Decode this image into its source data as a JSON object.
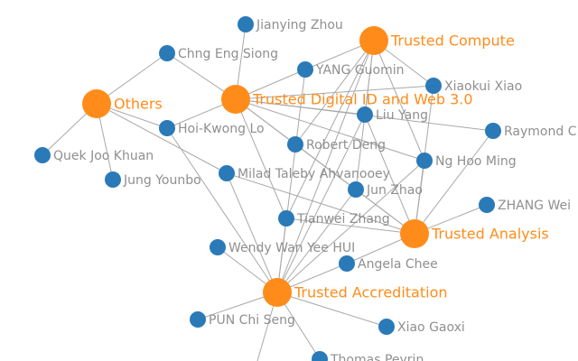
{
  "colors": {
    "person": "#2a7ab8",
    "topic": "#ff8c1a",
    "edge": "#a9a9a9",
    "person_label": "#8f8f8f"
  },
  "nodes": [
    {
      "id": "others",
      "label": "Others",
      "type": "topic"
    },
    {
      "id": "trusted-digital-id",
      "label": "Trusted Digital ID and Web 3.0",
      "type": "topic"
    },
    {
      "id": "trusted-compute",
      "label": "Trusted Compute",
      "type": "topic"
    },
    {
      "id": "trusted-analysis",
      "label": "Trusted Analysis",
      "type": "topic"
    },
    {
      "id": "trusted-accreditation",
      "label": "Trusted Accreditation",
      "type": "topic"
    },
    {
      "id": "jianying-zhou",
      "label": "Jianying Zhou",
      "type": "person"
    },
    {
      "id": "chng-eng-siong",
      "label": "Chng Eng Siong",
      "type": "person"
    },
    {
      "id": "yang-guomin",
      "label": "YANG Guomin",
      "type": "person"
    },
    {
      "id": "xiaokui-xiao",
      "label": "Xiaokui Xiao",
      "type": "person"
    },
    {
      "id": "liu-yang",
      "label": "Liu Yang",
      "type": "person"
    },
    {
      "id": "hoi-kwong-lo",
      "label": "Hoi-Kwong Lo",
      "type": "person"
    },
    {
      "id": "raymond-c",
      "label": "Raymond C",
      "type": "person"
    },
    {
      "id": "robert-deng",
      "label": "Robert Deng",
      "type": "person"
    },
    {
      "id": "quek-joo-khuan",
      "label": "Quek Joo Khuan",
      "type": "person"
    },
    {
      "id": "ng-hoo-ming",
      "label": "Ng Hoo Ming",
      "type": "person"
    },
    {
      "id": "milad-taleby",
      "label": "Milad Taleby Ahvanooey",
      "type": "person"
    },
    {
      "id": "jung-younbo",
      "label": "Jung Younbo",
      "type": "person"
    },
    {
      "id": "jun-zhao",
      "label": "Jun Zhao",
      "type": "person"
    },
    {
      "id": "zhang-wei",
      "label": "ZHANG Wei",
      "type": "person"
    },
    {
      "id": "tianwei-zhang",
      "label": "Tianwei Zhang",
      "type": "person"
    },
    {
      "id": "wendy-wan",
      "label": "Wendy Wan Yee HUI",
      "type": "person"
    },
    {
      "id": "angela-chee",
      "label": "Angela Chee",
      "type": "person"
    },
    {
      "id": "pun-chi-seng",
      "label": "PUN Chi Seng",
      "type": "person"
    },
    {
      "id": "xiao-gaoxi",
      "label": "Xiao Gaoxi",
      "type": "person"
    },
    {
      "id": "thomas-peyrin",
      "label": "Thomas Peyrin",
      "type": "person"
    }
  ],
  "edges": [
    [
      "chng-eng-siong",
      "others"
    ],
    [
      "hoi-kwong-lo",
      "others"
    ],
    [
      "quek-joo-khuan",
      "others"
    ],
    [
      "jung-younbo",
      "others"
    ],
    [
      "milad-taleby",
      "others"
    ],
    [
      "jianying-zhou",
      "trusted-digital-id"
    ],
    [
      "chng-eng-siong",
      "trusted-digital-id"
    ],
    [
      "yang-guomin",
      "trusted-digital-id"
    ],
    [
      "liu-yang",
      "trusted-digital-id"
    ],
    [
      "hoi-kwong-lo",
      "trusted-digital-id"
    ],
    [
      "robert-deng",
      "trusted-digital-id"
    ],
    [
      "ng-hoo-ming",
      "trusted-digital-id"
    ],
    [
      "jun-zhao",
      "trusted-digital-id"
    ],
    [
      "raymond-c",
      "trusted-digital-id"
    ],
    [
      "tianwei-zhang",
      "trusted-digital-id"
    ],
    [
      "xiaokui-xiao",
      "trusted-digital-id"
    ],
    [
      "yang-guomin",
      "trusted-compute"
    ],
    [
      "xiaokui-xiao",
      "trusted-compute"
    ],
    [
      "liu-yang",
      "trusted-compute"
    ],
    [
      "ng-hoo-ming",
      "trusted-compute"
    ],
    [
      "robert-deng",
      "trusted-compute"
    ],
    [
      "jun-zhao",
      "trusted-compute"
    ],
    [
      "tianwei-zhang",
      "trusted-compute"
    ],
    [
      "liu-yang",
      "trusted-analysis"
    ],
    [
      "ng-hoo-ming",
      "trusted-analysis"
    ],
    [
      "jun-zhao",
      "trusted-analysis"
    ],
    [
      "zhang-wei",
      "trusted-analysis"
    ],
    [
      "tianwei-zhang",
      "trusted-analysis"
    ],
    [
      "angela-chee",
      "trusted-analysis"
    ],
    [
      "robert-deng",
      "trusted-analysis"
    ],
    [
      "xiaokui-xiao",
      "trusted-analysis"
    ],
    [
      "raymond-c",
      "trusted-analysis"
    ],
    [
      "milad-taleby",
      "trusted-analysis"
    ],
    [
      "wendy-wan",
      "trusted-accreditation"
    ],
    [
      "angela-chee",
      "trusted-accreditation"
    ],
    [
      "pun-chi-seng",
      "trusted-accreditation"
    ],
    [
      "xiao-gaoxi",
      "trusted-accreditation"
    ],
    [
      "thomas-peyrin",
      "trusted-accreditation"
    ],
    [
      "tianwei-zhang",
      "trusted-accreditation"
    ],
    [
      "jun-zhao",
      "trusted-accreditation"
    ],
    [
      "milad-taleby",
      "trusted-accreditation"
    ],
    [
      "liu-yang",
      "trusted-accreditation"
    ],
    [
      "ng-hoo-ming",
      "trusted-accreditation"
    ],
    [
      "yang-guomin",
      "trusted-accreditation"
    ],
    [
      "trusted-compute",
      "trusted-accreditation"
    ],
    [
      "hoi-kwong-lo",
      "trusted-accreditation"
    ]
  ]
}
